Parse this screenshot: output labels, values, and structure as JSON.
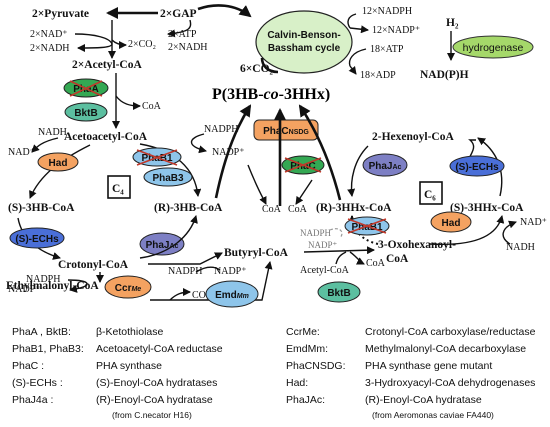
{
  "metabolites": {
    "pyruvate": "2×Pyruvate",
    "gap": "2×GAP",
    "acetyl_coa": "2×Acetyl-CoA",
    "acetoacetyl_coa": "Acetoacetyl-CoA",
    "s_3hb": "(S)-3HB-CoA",
    "r_3hb": "(R)-3HB-CoA",
    "crotonyl": "Crotonyl-CoA",
    "ethylmalonyl": "Ethylmalonyl-CoA",
    "butyryl": "Butyryl-CoA",
    "hexenoyl": "2-Hexenoyl-CoA",
    "r_3hhx": "(R)-3HHx-CoA",
    "s_3hhx": "(S)-3HHx-CoA",
    "oxohexanoyl_1": "3-Oxohexanoyl-",
    "oxohexanoyl_2": "CoA",
    "co2_in": "6×CO₂",
    "product": "P(3HB-co-3HHx)",
    "h2": "H₂",
    "nadph_out": "NAD(P)H",
    "acetyl_coa_small": "Acetyl-CoA"
  },
  "cofactors": {
    "nad_plus_2": "2×NAD⁺",
    "nadh_2": "2×NADH",
    "co2_2": "2×CO₂",
    "atp_2": "2×ATP",
    "nadh_2b": "2×NADH",
    "nadph_12": "12×NADPH",
    "nadp_12": "12×NADP⁺",
    "atp_18": "18×ATP",
    "adp_18": "18×ADP",
    "coa": "CoA",
    "nadh": "NADH",
    "nad_plus": "NAD⁺",
    "nadph": "NADPH",
    "nadp_plus": "NADP⁺",
    "co2": "CO₂",
    "c4": "C₄",
    "c6": "C₆"
  },
  "cycle_label": "Calvin-Benson-\nBassham cycle",
  "enzymes": {
    "phaa": "PhaA",
    "bktb": "BktB",
    "had": "Had",
    "phab1": "PhaB1",
    "phab3": "PhaB3",
    "echs": "(S)-ECHs",
    "phaj": "PhaJAc",
    "ccr": "CcrMe",
    "emd": "EmdMm",
    "phac_nsdg": "PhaCNSDG",
    "phac": "PhaC",
    "hydrogenase": "hydrogenase"
  },
  "colors": {
    "green": "#34a853",
    "teal": "#5cbfa0",
    "orange": "#f4a261",
    "blue": "#8ec5ea",
    "dark_blue": "#4a6fd8",
    "purple": "#7d7fc4",
    "red": "#c0392b",
    "pale_green": "#d8f0c8",
    "hydrogenase_green": "#a5d86a"
  },
  "legend": {
    "left": [
      {
        "name": "PhaA , BktB:",
        "desc": "β-Ketothiolase"
      },
      {
        "name": "PhaB1, PhaB3:",
        "desc": "Acetoacetyl-CoA reductase"
      },
      {
        "name": "PhaC :",
        "desc": "PHA synthase"
      },
      {
        "name": "(S)-ECHs :",
        "desc": "(S)-Enoyl-CoA hydratases"
      },
      {
        "name": "PhaJ4a :",
        "desc": "(R)-Enoyl-CoA hydratase"
      }
    ],
    "left_note": "(from C.necator H16)",
    "right": [
      {
        "name": "CcrMe:",
        "desc": "Crotonyl-CoA carboxylase/reductase"
      },
      {
        "name": "EmdMm:",
        "desc": "Methylmalonyl-CoA decarboxylase"
      },
      {
        "name": "PhaCNSDG:",
        "desc": "PHA synthase gene mutant"
      },
      {
        "name": "Had:",
        "desc": "3-Hydroxyacyl-CoA dehydrogenases"
      },
      {
        "name": "PhaJAc:",
        "desc": "(R)-Enoyl-CoA hydratase"
      }
    ],
    "right_note": "(from Aeromonas caviae FA440)"
  }
}
